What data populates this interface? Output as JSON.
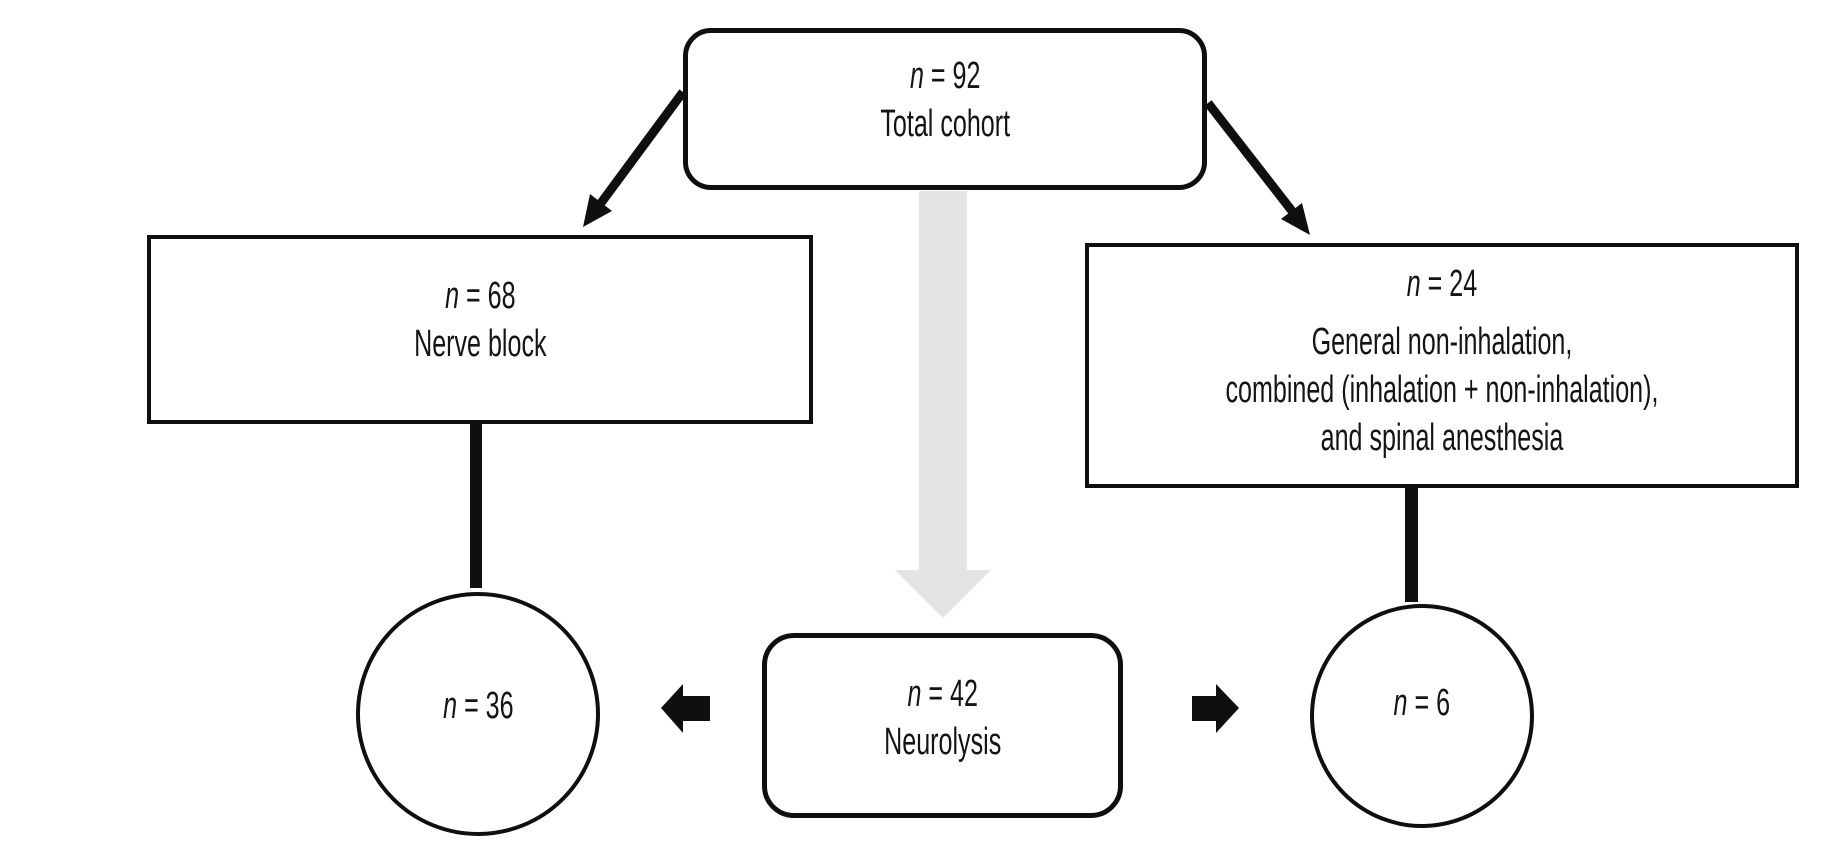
{
  "colors": {
    "line": "#0f0f0f",
    "down_arrow": "#e4e4e2",
    "box_fill": "#ffffff",
    "text": "#141414"
  },
  "nodes": {
    "total": {
      "n_var": "n",
      "n_rest": "= 92",
      "label": "Total cohort"
    },
    "nerve_block": {
      "n_var": "n",
      "n_rest": "= 68",
      "label": "Nerve block"
    },
    "other_anesthesia": {
      "n_var": "n",
      "n_rest": "= 24",
      "label_lines": [
        "General non-inhalation,",
        "combined (inhalation + non-inhalation),",
        "and spinal anesthesia"
      ]
    },
    "neurolysis": {
      "n_var": "n",
      "n_rest": "= 42",
      "label": "Neurolysis"
    },
    "nerve_block_neurolysis": {
      "n_var": "n",
      "n_rest": "= 36"
    },
    "other_neurolysis": {
      "n_var": "n",
      "n_rest": "= 6"
    }
  }
}
